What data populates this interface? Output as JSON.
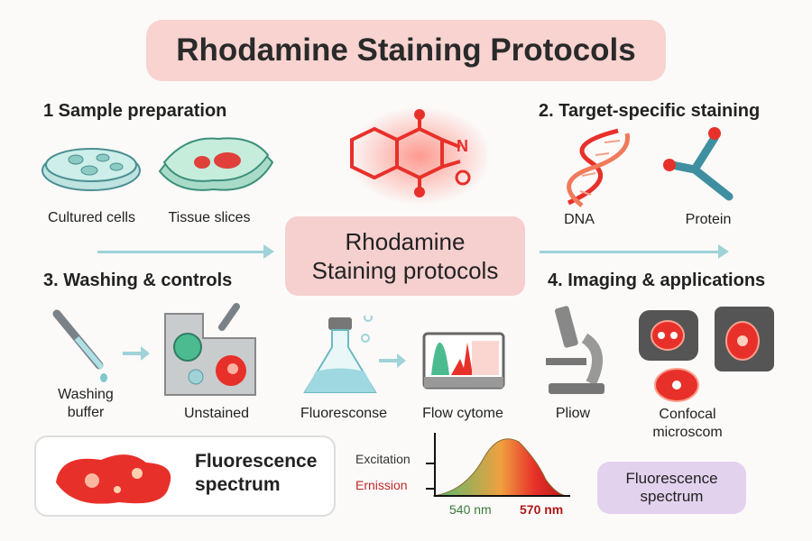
{
  "title": "Rhodamine Staining Protocols",
  "center": {
    "line1": "Rhodamine",
    "line2": "Staining protocols"
  },
  "sections": {
    "s1": {
      "heading": "1  Sample preparation",
      "items": [
        "Cultured cells",
        "Tissue slices"
      ]
    },
    "s2": {
      "heading": "2. Target-specific staining",
      "items": [
        "DNA",
        "Protein"
      ]
    },
    "s3": {
      "heading": "3. Washing & controls",
      "items": [
        "Washing buffer",
        "Unstained",
        "Fluoresconse",
        "Flow cytome"
      ]
    },
    "s4": {
      "heading": "4. Imaging & applications",
      "items": [
        "Pliow",
        "Confocal microscom"
      ]
    }
  },
  "molecule": {
    "n": "N",
    "o": "O"
  },
  "fluorescence_box": {
    "label": "Fluorescence spectrum"
  },
  "spectrum": {
    "excitation": "Excitation",
    "emission": "Ernission",
    "x_ticks": [
      "540 nm",
      "570 nm"
    ]
  },
  "purple_box": {
    "line1": "Fluorescence",
    "line2": "spectrum"
  },
  "colors": {
    "title_bg": "#f8d3d0",
    "accent_red": "#e8302a",
    "teal": "#9fd3d8",
    "purple": "#e3d2ee"
  }
}
